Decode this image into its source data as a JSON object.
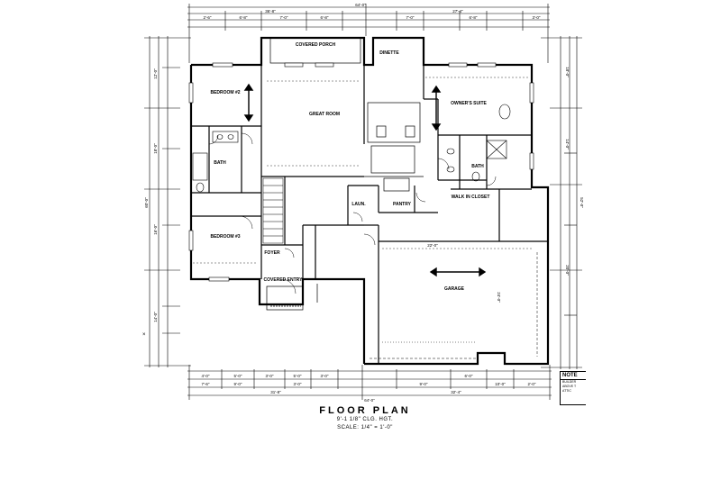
{
  "title": {
    "main": "FLOOR PLAN",
    "ceiling": "9'-1 1/8\" CLG. HGT.",
    "scale": "SCALE: 1/4\" = 1'-0\""
  },
  "rooms": {
    "covered_porch": "COVERED PORCH",
    "dinette": "DINETTE",
    "bedroom_2": "BEDROOM #2",
    "bedroom_3": "BEDROOM #3",
    "great_room": "GREAT ROOM",
    "owners_suite": "OWNER'S SUITE",
    "bath_left": "BATH",
    "bath_owner": "BATH",
    "walk_in_closet": "WALK IN CLOSET",
    "laundry": "LAUN.",
    "pantry": "PANTRY",
    "foyer": "FOYER",
    "covered_entry": "COVERED ENTRY",
    "garage": "GARAGE"
  },
  "dimensions": {
    "overall_top": "64'-0\"",
    "top_segments": [
      "36'-8\"",
      "27'-4\""
    ],
    "overall_bottom": "64'-0\"",
    "bottom_segments": [
      "31'-8\"",
      "32'-4\""
    ],
    "row_a": [
      "2'-6\"",
      "6'-8\"",
      "7'-0\"",
      "6'-8\"",
      "7'-0\"",
      "6'-8\"",
      "3'-0\""
    ],
    "row_b": [
      "4'-0\"",
      "5'-0\"",
      "3'-0\"",
      "5'-0\"",
      "3'-0\"",
      "6'-0\""
    ],
    "row_c": [
      "7'-6\"",
      "9'-0\"",
      "3'-0\"",
      "9'-0\"",
      "10'-0\"",
      "2'-0\""
    ],
    "left_overall": "60'-0\"",
    "left_segments": [
      "12'-0\"",
      "18'-0\"",
      "16'-0\"",
      "14'-0\""
    ],
    "right_overall": "52'-0\"",
    "right_segments": [
      "18'-0\"",
      "14'-0\"",
      "20'-0\""
    ],
    "garage_width": "22'-0\"",
    "garage_depth": "24'-0\""
  },
  "notes": {
    "heading": "NOTE",
    "lines": [
      "BUILDER",
      "ABOVE T",
      "ATTIC"
    ]
  },
  "side_mark": "×"
}
